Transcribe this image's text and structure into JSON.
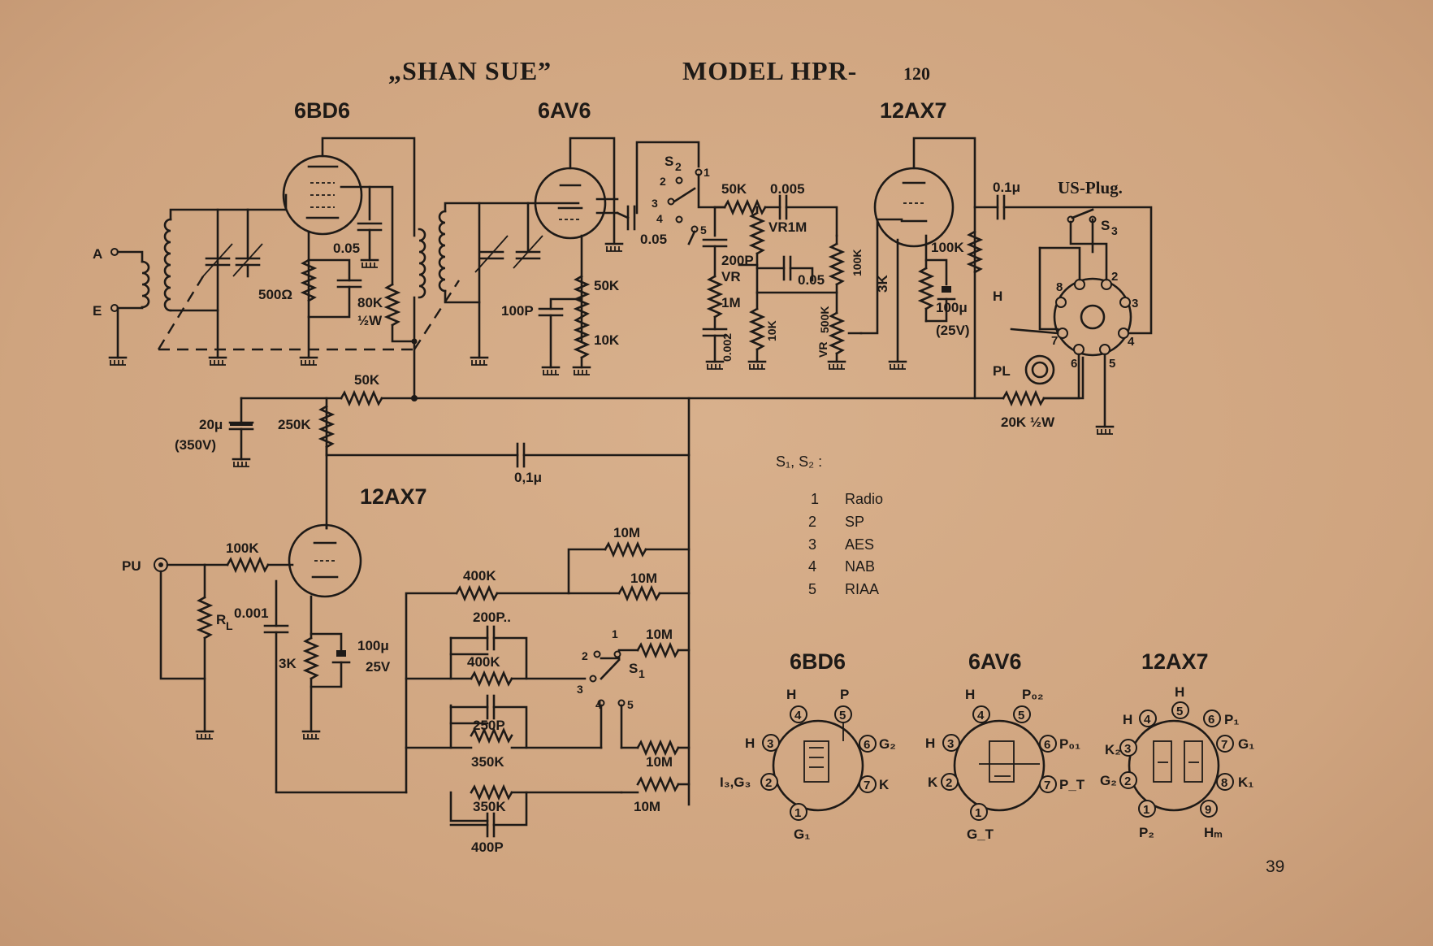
{
  "title": {
    "text": "„SHAN SUE”",
    "model": "MODEL HPR-",
    "model_number": "120"
  },
  "tubes": {
    "rf": "6BD6",
    "det": "6AV6",
    "out": "12AX7",
    "pre": "12AX7"
  },
  "labels": {
    "antenna": "A",
    "earth": "E",
    "pickup": "PU",
    "r500": "500Ω",
    "c005a": "0.05",
    "r80k": "80K",
    "r80k_w": "½W",
    "r50k_feed": "50K",
    "c20": "20μ",
    "c20v": "(350V)",
    "r250k": "250K",
    "c01": "0,1μ",
    "r50k_det": "50K",
    "r10k_det": "10K",
    "c100p": "100P",
    "c005b": "0.05",
    "r50k_tc": "50K",
    "c0005": "0.005",
    "vr1m": "VR1M",
    "c200p": "200P",
    "vr": "VR",
    "r1m": "1M",
    "c0002": "0.002",
    "r10k_tc": "10K",
    "c005c": "0.05",
    "r100k_a": "100K",
    "r500k": "500K",
    "vr_b": "VR",
    "r3k_out": "3K",
    "r100k_b": "100K",
    "c100u": "100μ",
    "c100u_v": "(25V)",
    "c01_out": "0.1μ",
    "plug": "US-Plug.",
    "s3": "S",
    "s3_sub": "3",
    "plug_h": "H",
    "pl": "PL",
    "r20k": "20K ½W",
    "r100k_pu": "100K",
    "rl": "R",
    "rl_sub": "L",
    "c0001": "0.001",
    "r3k_pre": "3K",
    "c100_pre": "100μ",
    "c100_pre_v": "25V",
    "r10m_1": "10M",
    "r400k_1": "400K",
    "r10m_2": "10M",
    "c200p_eq": "200P..",
    "r400k_2": "400K",
    "r10m_3": "10M",
    "s1": "S",
    "s1_sub": "1",
    "c250p": "250P",
    "r350k_1": "350K",
    "r10m_4": "10M",
    "r350k_2": "350K",
    "r10m_5": "10M",
    "c400p": "400P",
    "s2": "S",
    "s2_sub": "2",
    "sw_1": "1",
    "sw_2": "2",
    "sw_3": "3",
    "sw_4": "4",
    "sw_5": "5"
  },
  "legend": {
    "heading": "S₁, S₂ :",
    "items": [
      {
        "num": "1",
        "label": "Radio"
      },
      {
        "num": "2",
        "label": "SP"
      },
      {
        "num": "3",
        "label": "AES"
      },
      {
        "num": "4",
        "label": "NAB"
      },
      {
        "num": "5",
        "label": "RIAA"
      }
    ]
  },
  "pinouts": [
    {
      "name": "6BD6",
      "top_label": "P",
      "left_top": "H",
      "left_mid": "H",
      "left_bot": "I₃,G₃",
      "right_top": "G₂",
      "right_bot": "K",
      "bottom": "G₁",
      "top2": "H"
    },
    {
      "name": "6AV6",
      "top_label": "P₀₂",
      "left_top": "H",
      "left_mid": "H",
      "left_bot": "K",
      "right_top": "P₀₁",
      "right_bot": "P_T",
      "bottom": "G_T",
      "top2": "H"
    },
    {
      "name": "12AX7",
      "top_label": "H",
      "left_top": "H",
      "left_mid": "K₂",
      "left_bot": "G₂",
      "right_top": "P₁",
      "right_mid": "G₁",
      "right_bot": "K₁",
      "bottom": "P₂",
      "bottom_right": "Hₘ"
    }
  ],
  "page_number": "39"
}
